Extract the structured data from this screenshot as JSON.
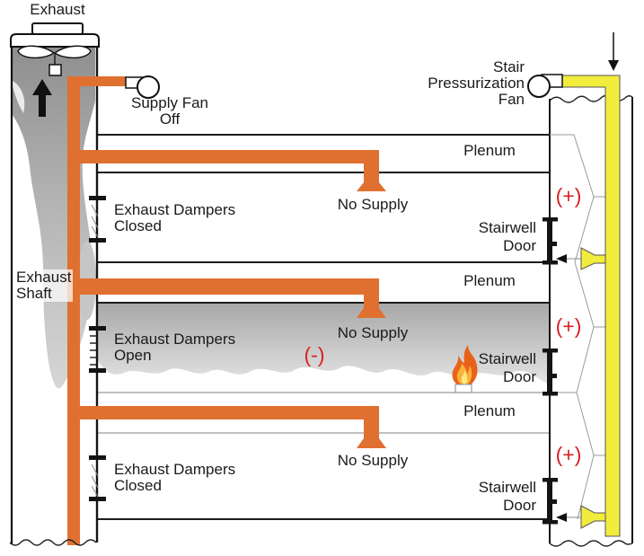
{
  "colors": {
    "supply_duct": "#E0702F",
    "pressurization_duct": "#F2EC3D",
    "pressure_text": "#D92121"
  },
  "rooftop": {
    "exhaust_outlet_label": "Exhaust",
    "supply_fan_label": "Supply Fan\nOff",
    "stair_fan_label": "Stair\nPressurization\nFan"
  },
  "shaft": {
    "label": "Exhaust\nShaft"
  },
  "floors": [
    {
      "id": "upper-floor",
      "plenum_label": "Plenum",
      "damper_label": "Exhaust Dampers\nClosed",
      "damper_state": "closed",
      "supply_label": "No Supply",
      "door_label": "Stairwell\nDoor",
      "stair_pressure_label": "(+)"
    },
    {
      "id": "fire-floor",
      "plenum_label": "Plenum",
      "damper_label": "Exhaust Dampers\nOpen",
      "damper_state": "open",
      "supply_label": "No Supply",
      "door_label": "Stairwell\nDoor",
      "stair_pressure_label": "(+)",
      "floor_pressure_label": "(-)",
      "has_fire": true
    },
    {
      "id": "lower-floor",
      "plenum_label": "Plenum",
      "damper_label": "Exhaust Dampers\nClosed",
      "damper_state": "closed",
      "supply_label": "No Supply",
      "door_label": "Stairwell\nDoor",
      "stair_pressure_label": "(+)"
    }
  ]
}
